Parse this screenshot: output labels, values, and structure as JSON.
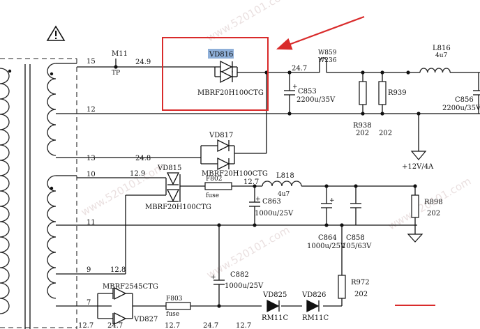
{
  "colors": {
    "ink": "#111111",
    "highlight_box": "#d92b2b",
    "arrow": "#d92b2b",
    "label_highlight": "#8fb0d9",
    "red_underline": "#d92b2b"
  },
  "icons": {
    "warning": "warning-triangle-icon"
  },
  "components": {
    "vd816": {
      "ref": "VD816",
      "part": "MBRF20H100CTG"
    },
    "vd817": {
      "ref": "VD817",
      "part": "MBRF20H100CTG"
    },
    "vd815": {
      "ref": "VD815",
      "part": "MBRF20H100CTG"
    },
    "mbrf2545": {
      "part": "MBRF2545CTG",
      "ref": "VD827"
    },
    "vd825": {
      "ref": "VD825",
      "part": "RM11C"
    },
    "vd826": {
      "ref": "VD826",
      "part": "RM11C"
    },
    "m11": {
      "ref": "M11",
      "sub": "TP"
    },
    "w859": {
      "ref": "W859",
      "part": "W236"
    },
    "l816": {
      "ref": "L816",
      "value": "4u7"
    },
    "l818": {
      "ref": "L818",
      "value": "4u7"
    },
    "c853": {
      "ref": "C853",
      "value": "2200u/35V"
    },
    "c856": {
      "ref": "C856",
      "value": "2200u/35V"
    },
    "c863": {
      "ref": "C863",
      "value": "1000u/25V"
    },
    "c864": {
      "ref": "C864",
      "value": "1000u/25V"
    },
    "c858": {
      "ref": "C858",
      "value": "105/63V"
    },
    "c882": {
      "ref": "C882",
      "value": "1000u/25V"
    },
    "r938": {
      "ref": "R938",
      "value": "202"
    },
    "r939": {
      "ref": "R939",
      "value": "202"
    },
    "r898": {
      "ref": "R898",
      "value": "202"
    },
    "r972": {
      "ref": "R972",
      "value": "202"
    },
    "f802": {
      "ref": "F802",
      "type": "fuse"
    },
    "f803": {
      "ref": "F803",
      "type": "fuse"
    }
  },
  "pins": {
    "p15": "15",
    "p12": "12",
    "p13": "13",
    "p10": "10",
    "p11": "11",
    "p9": "9",
    "p7": "7"
  },
  "voltages": {
    "v24_9": "24.9",
    "v24_7a": "24.7",
    "v24_8": "24.8",
    "v12_9": "12.9",
    "v12_7a": "12.7",
    "v12_8": "12.8",
    "v12_7b": "12.7",
    "v24_7b": "24.7",
    "v12_7c": "12.7",
    "v24_7c": "24.7",
    "v12_7d": "12.7"
  },
  "rails": {
    "plus12v": "+12V/4A"
  },
  "polarity": {
    "plus": "+"
  },
  "watermark": {
    "text": "www.520101.com"
  }
}
